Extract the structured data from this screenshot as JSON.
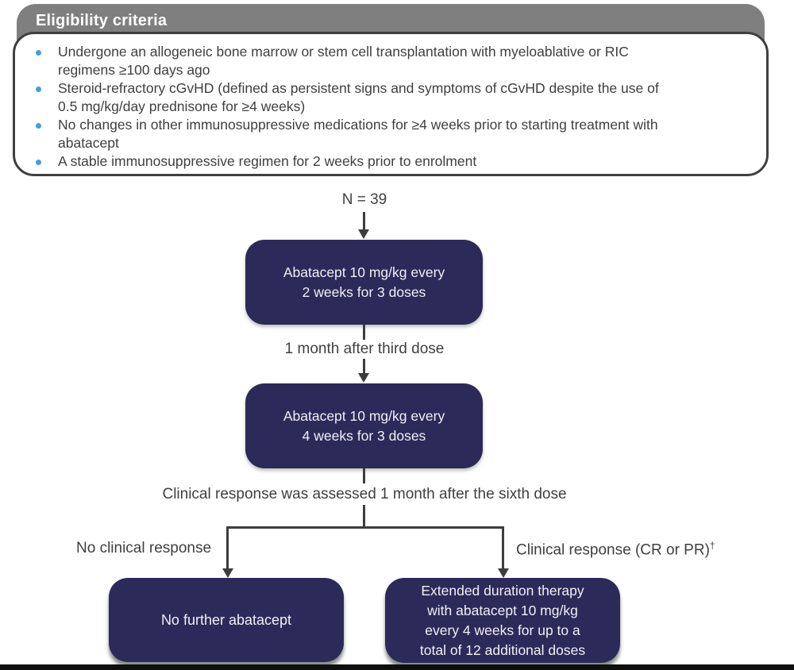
{
  "eligibility": {
    "title": "Eligibility criteria",
    "items": [
      [
        "Undergone an allogeneic bone marrow or stem cell transplantation with myeloablative or RIC",
        "regimens ≥100 days ago"
      ],
      [
        "Steroid-refractory cGvHD (defined as persistent signs and symptoms of cGvHD despite the use of",
        "0.5 mg/kg/day prednisone for ≥4 weeks)"
      ],
      [
        "No changes in other immunosuppressive medications for ≥4 weeks prior to starting treatment with",
        "abatacept"
      ],
      [
        "A stable immunosuppressive regimen for 2 weeks prior to enrolment"
      ]
    ]
  },
  "flow": {
    "n_label": "N = 39",
    "dose_box_1": [
      "Abatacept 10 mg/kg every",
      "2 weeks for 3 doses"
    ],
    "interval_label": "1 month after third dose",
    "dose_box_2": [
      "Abatacept 10 mg/kg every",
      "4 weeks for 3 doses"
    ],
    "assessment_label": "Clinical response was assessed 1 month after the sixth dose",
    "branch_left_label": "No clinical response",
    "branch_right_label": "Clinical response (CR or PR)",
    "branch_right_superscript": "†",
    "outcome_left": [
      "No further abatacept"
    ],
    "outcome_right": [
      "Extended duration therapy",
      "with abatacept 10 mg/kg",
      "every 4 weeks for up to a",
      "total of 12 additional doses"
    ]
  },
  "colors": {
    "box_navy": "#2b2a59",
    "header_gray": "#7f7f7f",
    "bullet_blue": "#41a0d9",
    "line_gray": "#3d3d3d",
    "text_dark": "#3f3f3f",
    "box_text": "#f1eff6",
    "bottom_bar": "#0f0f0f"
  }
}
